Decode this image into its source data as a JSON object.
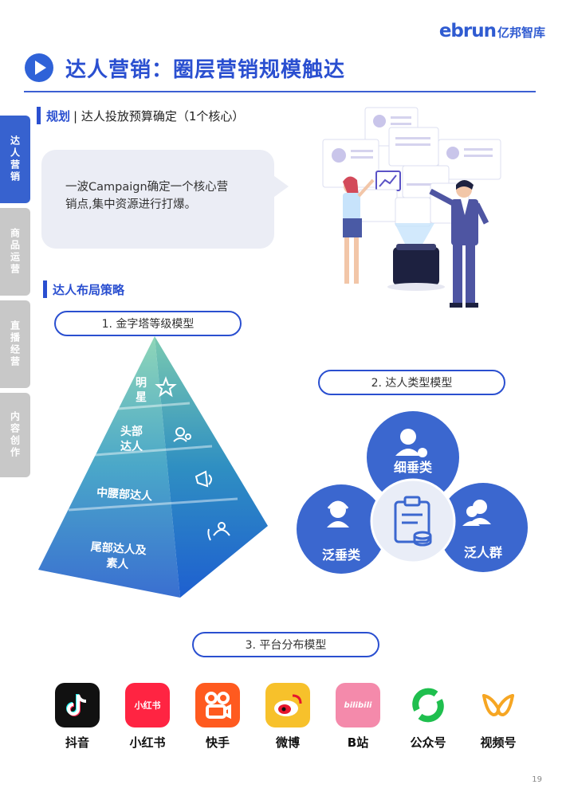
{
  "brand": {
    "en": "ebrun",
    "cn": "亿邦智库"
  },
  "page_title": "达人营销：圈层营销规模触达",
  "side_tabs": [
    "达人营销",
    "商品运营",
    "直播经营",
    "内容创作"
  ],
  "section1": {
    "accent": "规划",
    "rest": "| 达人投放预算确定（1个核心）"
  },
  "bubble_text": "一波Campaign确定一个核心营销点,集中资源进行打爆。",
  "section2": {
    "accent": "达人布局策略"
  },
  "model1": {
    "label": "1. 金字塔等级模型"
  },
  "pyramid_levels": [
    {
      "line1": "明",
      "line2": "星"
    },
    {
      "line1": "头部",
      "line2": "达人"
    },
    {
      "line1": "中腰部达人",
      "line2": ""
    },
    {
      "line1": "尾部达人及",
      "line2": "素人"
    }
  ],
  "model2": {
    "label": "2. 达人类型模型"
  },
  "venn": {
    "top": "细垂类",
    "left": "泛垂类",
    "right": "泛人群"
  },
  "model3": {
    "label": "3. 平台分布模型"
  },
  "platforms": [
    {
      "name": "抖音",
      "icon": "douyin-icon",
      "color": "#111111"
    },
    {
      "name": "小红书",
      "icon": "xiaohongshu-icon",
      "color": "#ff2442",
      "badge": "小红书"
    },
    {
      "name": "快手",
      "icon": "kuaishou-icon",
      "color": "#ff5a1f"
    },
    {
      "name": "微博",
      "icon": "weibo-icon",
      "color": "#f7c12b"
    },
    {
      "name": "B站",
      "icon": "bilibili-icon",
      "color": "#f48aab",
      "badge": "bilibili"
    },
    {
      "name": "公众号",
      "icon": "wechat-official-account-icon",
      "color": "#1fbf4e"
    },
    {
      "name": "视频号",
      "icon": "wechat-channels-icon",
      "color": "#f6a623"
    }
  ],
  "page_number": "19"
}
